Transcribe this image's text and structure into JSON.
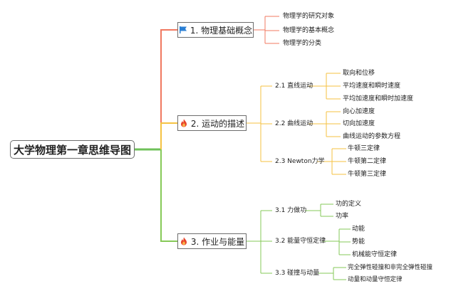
{
  "root": {
    "title": "大学物理第一章思维导图"
  },
  "branches": [
    {
      "label": "1. 物理基础概念",
      "icon": "flag-icon",
      "color": "#f07860",
      "topics": [
        "物理学的研究对象",
        "物理学的基本概念",
        "物理学的分类"
      ]
    },
    {
      "label": "2. 运动的描述",
      "icon": "fire-icon",
      "color": "#f5c242",
      "subs": [
        {
          "label": "2.1 直线运动",
          "topics": [
            "取向和位移",
            "平均速度和瞬时速度",
            "平均加速度和瞬时加速度"
          ]
        },
        {
          "label": "2.2 曲线运动",
          "topics": [
            "向心加速度",
            "切向加速度",
            "曲线运动的参数方程"
          ]
        },
        {
          "label": "2.3 Newton力学",
          "topics": [
            "牛顿三定律",
            "牛顿第二定律",
            "牛顿第三定律"
          ]
        }
      ]
    },
    {
      "label": "3. 作业与能量",
      "icon": "fire-icon",
      "color": "#86c958",
      "subs": [
        {
          "label": "3.1 力做功",
          "topics": [
            "功的定义",
            "功率"
          ]
        },
        {
          "label": "3.2 能量守恒定律",
          "topics": [
            "动能",
            "势能",
            "机械能守恒定律"
          ]
        },
        {
          "label": "3.3 碰撞与动量",
          "topics": [
            "完全弹性碰撞和非完全弹性碰撞",
            "动量和动量守恒定律"
          ]
        }
      ]
    }
  ],
  "colors": {
    "root_line": "#6fc15a",
    "branch1": "#f07860",
    "branch2": "#f5c242",
    "branch3": "#86c958",
    "flag": "#2a7fd4",
    "fire": "#e8452c"
  }
}
